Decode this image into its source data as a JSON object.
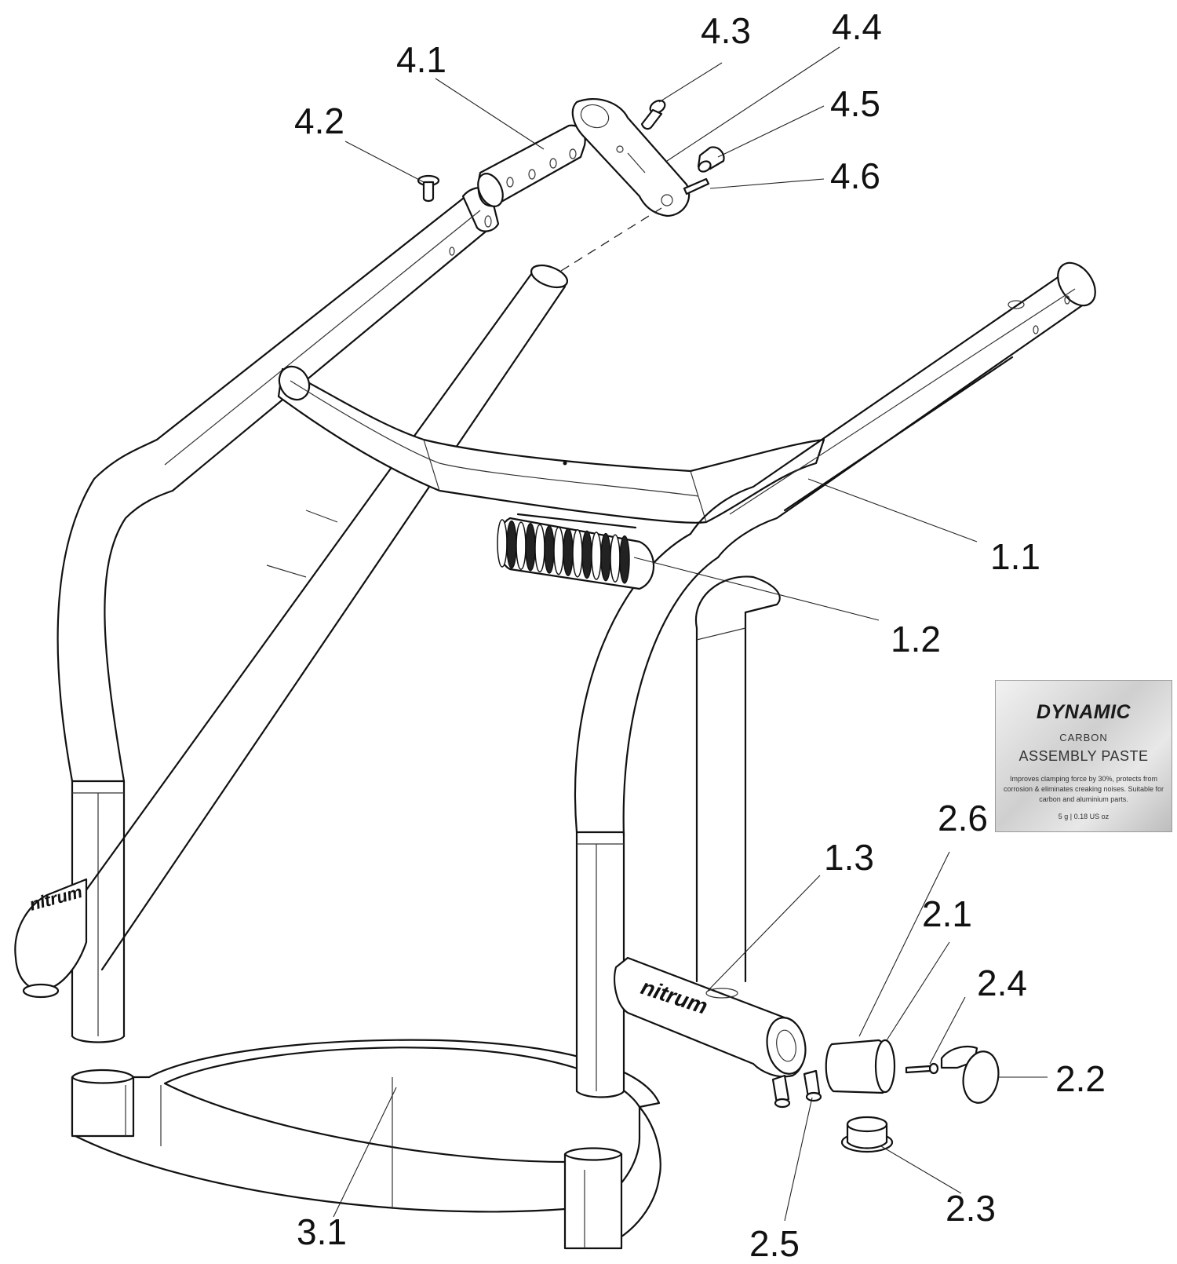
{
  "labels": [
    {
      "id": "4.1",
      "text": "4.1"
    },
    {
      "id": "4.2",
      "text": "4.2"
    },
    {
      "id": "4.3",
      "text": "4.3"
    },
    {
      "id": "4.4",
      "text": "4.4"
    },
    {
      "id": "4.5",
      "text": "4.5"
    },
    {
      "id": "4.6",
      "text": "4.6"
    },
    {
      "id": "1.1",
      "text": "1.1"
    },
    {
      "id": "1.2",
      "text": "1.2"
    },
    {
      "id": "1.3",
      "text": "1.3"
    },
    {
      "id": "2.1",
      "text": "2.1"
    },
    {
      "id": "2.2",
      "text": "2.2"
    },
    {
      "id": "2.3",
      "text": "2.3"
    },
    {
      "id": "2.4",
      "text": "2.4"
    },
    {
      "id": "2.5",
      "text": "2.5"
    },
    {
      "id": "2.6",
      "text": "2.6"
    },
    {
      "id": "3.1",
      "text": "3.1"
    }
  ],
  "extension_logo_left": "nitrum",
  "extension_logo_right": "nitrum",
  "sachet": {
    "brand": "DYNAMIC",
    "subtitle": "CARBON",
    "title": "ASSEMBLY PASTE",
    "description": "Improves clamping force by 30%, protects from corrosion & eliminates creaking noises. Suitable for carbon and aluminium parts.",
    "weight": "5 g | 0.18 US oz"
  }
}
